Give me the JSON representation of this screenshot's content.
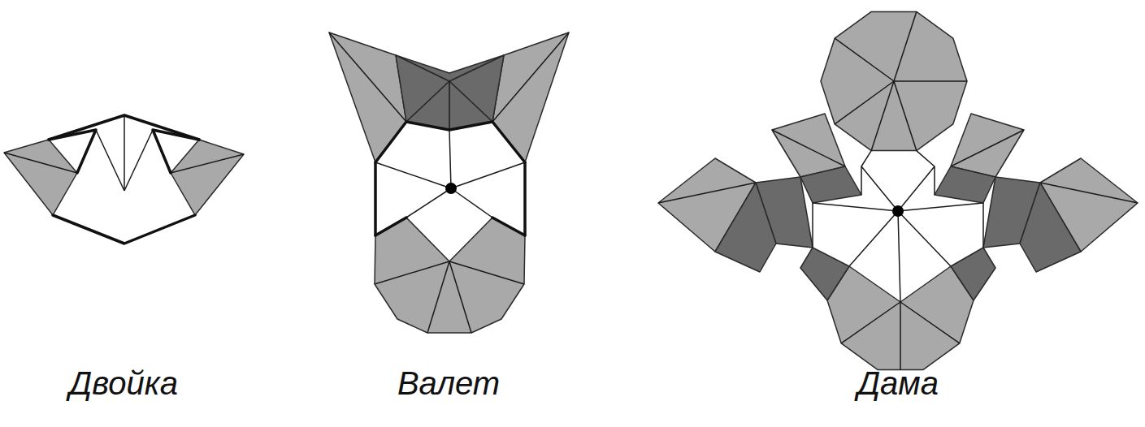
{
  "diagram": {
    "labels": [
      "Двойка",
      "Валет",
      "Дама"
    ]
  }
}
